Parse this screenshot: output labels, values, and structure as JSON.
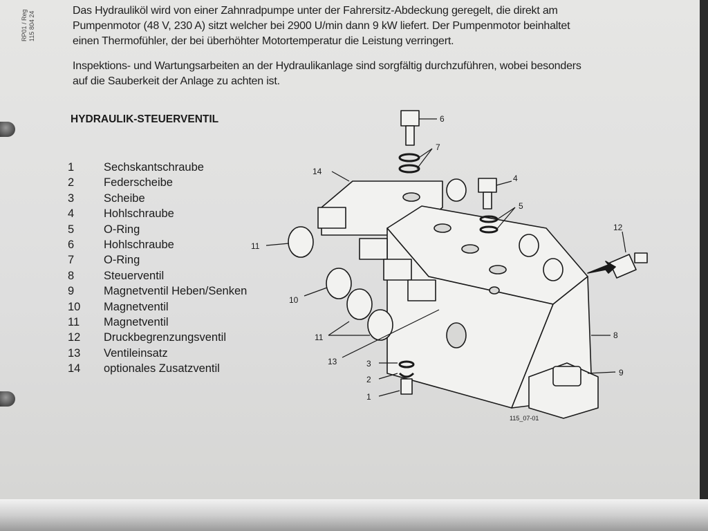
{
  "margin_note": [
    "RP01 / Reg",
    "115 804 24"
  ],
  "paragraphs": [
    [
      "Das Hydrauliköl wird von einer Zahnradpumpe unter der Fahrersitz-Abdeckung geregelt, die direkt am",
      "Pumpenmotor (48 V, 230 A) sitzt welcher bei 2900 U/min dann 9 kW liefert. Der Pumpenmotor beinhaltet",
      "einen Thermofühler, der bei überhöhter Motortemperatur die Leistung verringert."
    ],
    [
      "Inspektions- und Wartungsarbeiten an der Hydraulikanlage sind sorgfältig durchzuführen, wobei besonders",
      "auf die Sauberkeit der Anlage zu achten ist."
    ]
  ],
  "section_heading": "HYDRAULIK-STEUERVENTIL",
  "legend": [
    {
      "num": "1",
      "label": "Sechskantschraube"
    },
    {
      "num": "2",
      "label": "Federscheibe"
    },
    {
      "num": "3",
      "label": "Scheibe"
    },
    {
      "num": "4",
      "label": "Hohlschraube"
    },
    {
      "num": "5",
      "label": "O-Ring"
    },
    {
      "num": "6",
      "label": "Hohlschraube"
    },
    {
      "num": "7",
      "label": "O-Ring"
    },
    {
      "num": "8",
      "label": "Steuerventil"
    },
    {
      "num": "9",
      "label": "Magnetventil Heben/Senken"
    },
    {
      "num": "10",
      "label": "Magnetventil"
    },
    {
      "num": "11",
      "label": "Magnetventil"
    },
    {
      "num": "12",
      "label": "Druckbegrenzungsventil"
    },
    {
      "num": "13",
      "label": "Ventileinsatz"
    },
    {
      "num": "14",
      "label": "optionales Zusatzventil"
    }
  ],
  "diagram": {
    "callouts": {
      "c1": "1",
      "c2": "2",
      "c3": "3",
      "c4": "4",
      "c5": "5",
      "c6": "6",
      "c7": "7",
      "c8": "8",
      "c9": "9",
      "c10": "10",
      "c11a": "11",
      "c11b": "11",
      "c12": "12",
      "c13": "13",
      "c14": "14"
    },
    "figure_id": "115_07-01"
  }
}
